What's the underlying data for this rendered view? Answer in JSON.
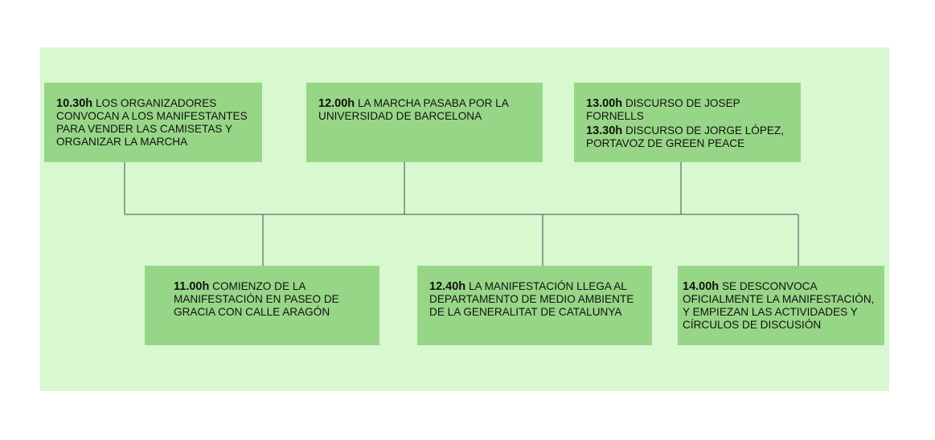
{
  "timeline": {
    "top_events": [
      {
        "entries": [
          {
            "time": "10.30h",
            "text": "LOS ORGANIZADORES CONVOCAN A LOS MANIFESTANTES PARA VENDER LAS CAMISETAS Y ORGANIZAR LA MARCHA"
          }
        ]
      },
      {
        "entries": [
          {
            "time": "12.00h",
            "text": "LA MARCHA PASABA POR LA UNIVERSIDAD DE BARCELONA"
          }
        ]
      },
      {
        "entries": [
          {
            "time": "13.00h",
            "text": "DISCURSO DE JOSEP FORNELLS"
          },
          {
            "time": "13.30h",
            "text": "DISCURSO DE JORGE LÓPEZ, PORTAVOZ DE GREEN PEACE"
          }
        ]
      }
    ],
    "bottom_events": [
      {
        "entries": [
          {
            "time": "11.00h",
            "text": "COMIENZO DE LA MANIFESTACIÓN EN PASEO DE GRACIA CON CALLE ARAGÓN"
          }
        ]
      },
      {
        "entries": [
          {
            "time": "12.40h",
            "text": "LA MANIFESTACIÓN LLEGA AL DEPARTAMENTO DE MEDIO AMBIENTE DE LA GENERALITAT DE CATALUNYA"
          }
        ]
      },
      {
        "entries": [
          {
            "time": "14.00h",
            "text": "SE DESCONVOCA OFICIALMENTE LA MANIFESTACIÓN, Y EMPIEZAN LAS ACTIVIDADES Y CÍRCULOS DE DISCUSIÓN"
          }
        ]
      }
    ],
    "colors": {
      "background": "#d8f8d0",
      "box": "#98d687",
      "connector": "#4a4a4a"
    }
  }
}
